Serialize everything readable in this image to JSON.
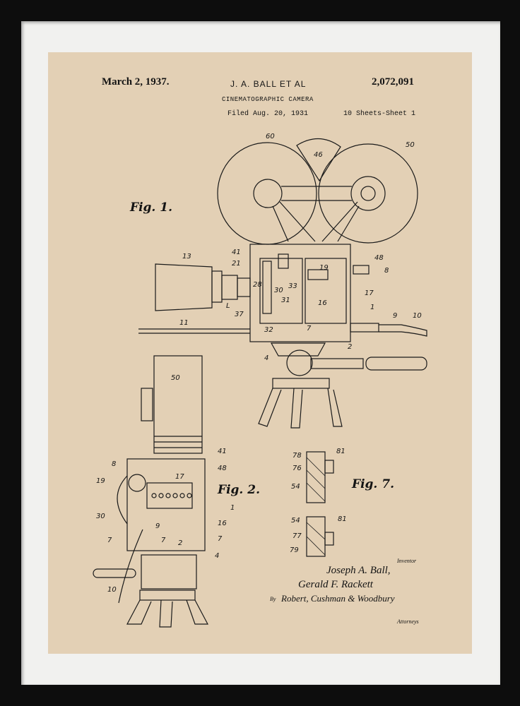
{
  "header": {
    "date": "March 2, 1937.",
    "inventors": "J. A. BALL ET AL",
    "patent_number": "2,072,091",
    "title": "CINEMATOGRAPHIC CAMERA",
    "filed": "Filed Aug. 20, 1931",
    "sheets": "10 Sheets-Sheet 1"
  },
  "figures": {
    "fig1": "Fig. 1.",
    "fig2": "Fig. 2.",
    "fig7": "Fig. 7."
  },
  "fig1_labels": [
    "60",
    "46",
    "50",
    "13",
    "41",
    "21",
    "48",
    "8",
    "19",
    "28",
    "30",
    "33",
    "31",
    "16",
    "L",
    "37",
    "17",
    "1",
    "11",
    "9",
    "10",
    "32",
    "7",
    "2",
    "4"
  ],
  "fig2_labels": [
    "50",
    "41",
    "48",
    "8",
    "17",
    "19",
    "30",
    "1",
    "16",
    "9",
    "7",
    "7",
    "2",
    "7",
    "4",
    "10"
  ],
  "fig7_labels": [
    "78",
    "81",
    "76",
    "54",
    "54",
    "81",
    "77",
    "79"
  ],
  "signature_block": {
    "inventor_caption": "Inventor",
    "names": [
      "Joseph A. Ball,",
      "Gerald F. Rackett"
    ],
    "attorney_prefix": "By",
    "attorney_signature": "Robert, Cushman & Woodbury",
    "attorneys_caption": "Attorneys"
  }
}
